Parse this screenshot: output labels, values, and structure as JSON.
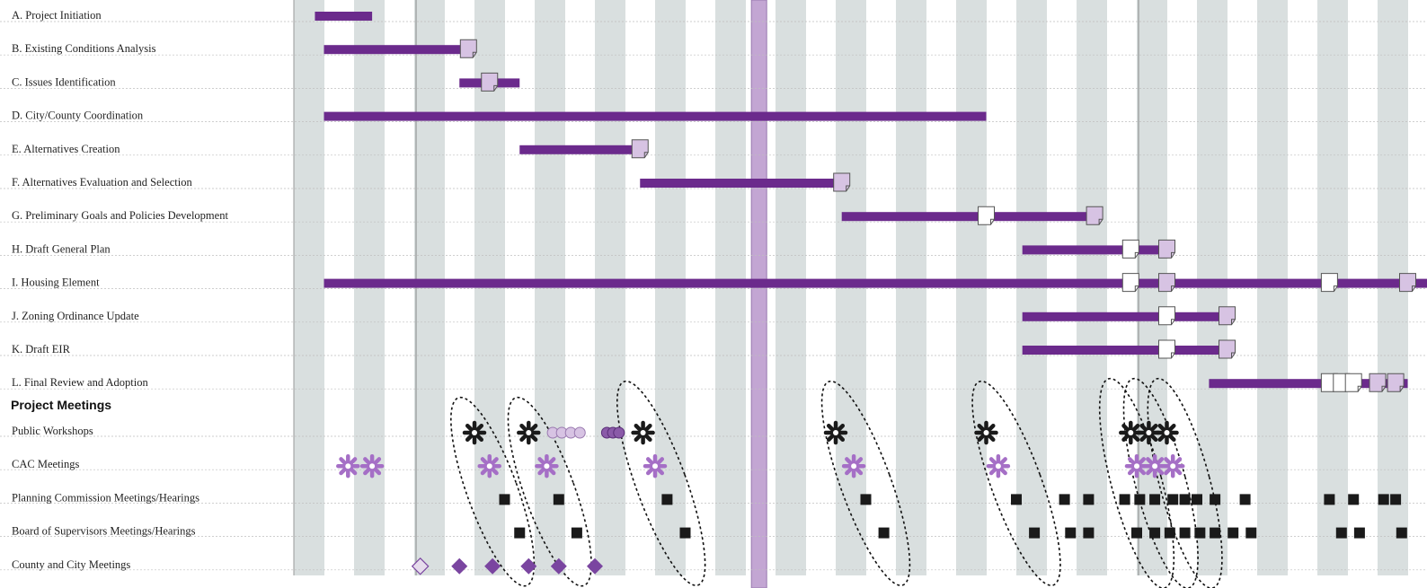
{
  "chart_data": {
    "type": "gantt",
    "title": "",
    "columns": 24,
    "colors": {
      "bar": "#6b2a8c",
      "current_marker": "#c3a6d3",
      "stripe": "#d9dfdf",
      "grid_line": "#bfbfbf",
      "black_asterisk": "#1a1a1a",
      "purple_asterisk": "#a56fc6",
      "diamond": "#7a45a0",
      "doc_purple": "#d7c3e3",
      "doc_white": "#ffffff"
    },
    "current_marker_column": 7.6,
    "tasks": [
      {
        "label": "A.   Project Initiation",
        "start": 0.35,
        "end": 1.3,
        "docs": []
      },
      {
        "label": "B.   Existing Conditions Analysis",
        "start": 0.5,
        "end": 2.9,
        "docs": [
          {
            "at": 2.9,
            "kind": "purple"
          }
        ]
      },
      {
        "label": "C.   Issues Identification",
        "start": 2.75,
        "end": 3.75,
        "docs": [
          {
            "at": 3.25,
            "kind": "purple"
          }
        ]
      },
      {
        "label": "D.   City/County Coordination",
        "start": 0.5,
        "end": 11.5,
        "docs": []
      },
      {
        "label": "E.   Alternatives Creation",
        "start": 3.75,
        "end": 5.75,
        "docs": [
          {
            "at": 5.75,
            "kind": "purple"
          }
        ]
      },
      {
        "label": "F.    Alternatives Evaluation and Selection",
        "start": 5.75,
        "end": 9.1,
        "docs": [
          {
            "at": 9.1,
            "kind": "purple"
          }
        ]
      },
      {
        "label": "G.   Preliminary Goals and Policies Development",
        "start": 9.1,
        "end": 13.3,
        "docs": [
          {
            "at": 11.5,
            "kind": "white"
          },
          {
            "at": 13.3,
            "kind": "purple"
          }
        ]
      },
      {
        "label": "H.   Draft General Plan",
        "start": 12.1,
        "end": 14.5,
        "docs": [
          {
            "at": 13.9,
            "kind": "white"
          },
          {
            "at": 14.5,
            "kind": "purple"
          }
        ]
      },
      {
        "label": "I.    Housing Element",
        "start": 0.5,
        "end": 24.0,
        "docs": [
          {
            "at": 13.9,
            "kind": "white"
          },
          {
            "at": 14.5,
            "kind": "purple"
          },
          {
            "at": 17.2,
            "kind": "white"
          },
          {
            "at": 18.5,
            "kind": "purple"
          }
        ]
      },
      {
        "label": "J.    Zoning Ordinance Update",
        "start": 12.1,
        "end": 15.5,
        "docs": [
          {
            "at": 14.5,
            "kind": "white"
          },
          {
            "at": 15.5,
            "kind": "purple"
          }
        ]
      },
      {
        "label": "K.   Draft EIR",
        "start": 12.1,
        "end": 15.5,
        "docs": [
          {
            "at": 14.5,
            "kind": "white"
          },
          {
            "at": 15.5,
            "kind": "purple"
          }
        ]
      },
      {
        "label": "L.   Final Review and Adoption",
        "start": 15.2,
        "end": 18.5,
        "docs": [
          {
            "at": 17.2,
            "kind": "white"
          },
          {
            "at": 17.4,
            "kind": "white"
          },
          {
            "at": 17.6,
            "kind": "white"
          },
          {
            "at": 18.0,
            "kind": "purple"
          },
          {
            "at": 18.3,
            "kind": "purple"
          }
        ]
      }
    ],
    "meetings_heading": "Project Meetings",
    "meetings": [
      {
        "label": "Public Workshops",
        "items": [
          {
            "at": 3.0,
            "kind": "black-asterisk"
          },
          {
            "at": 3.9,
            "kind": "black-asterisk"
          },
          {
            "at": 4.3,
            "kind": "light-oval"
          },
          {
            "at": 4.45,
            "kind": "light-oval"
          },
          {
            "at": 4.6,
            "kind": "light-oval"
          },
          {
            "at": 4.75,
            "kind": "light-oval"
          },
          {
            "at": 5.2,
            "kind": "dark-oval"
          },
          {
            "at": 5.3,
            "kind": "dark-oval"
          },
          {
            "at": 5.4,
            "kind": "dark-oval"
          },
          {
            "at": 5.8,
            "kind": "black-asterisk"
          },
          {
            "at": 9.0,
            "kind": "black-asterisk"
          },
          {
            "at": 11.5,
            "kind": "black-asterisk"
          },
          {
            "at": 13.9,
            "kind": "black-asterisk"
          },
          {
            "at": 14.2,
            "kind": "black-asterisk"
          },
          {
            "at": 14.5,
            "kind": "black-asterisk"
          }
        ]
      },
      {
        "label": "CAC Meetings",
        "items": [
          {
            "at": 0.9,
            "kind": "purple-asterisk"
          },
          {
            "at": 1.3,
            "kind": "purple-asterisk"
          },
          {
            "at": 3.25,
            "kind": "purple-asterisk"
          },
          {
            "at": 4.2,
            "kind": "purple-asterisk"
          },
          {
            "at": 6.0,
            "kind": "purple-asterisk"
          },
          {
            "at": 9.3,
            "kind": "purple-asterisk"
          },
          {
            "at": 11.7,
            "kind": "purple-asterisk"
          },
          {
            "at": 14.0,
            "kind": "purple-asterisk"
          },
          {
            "at": 14.3,
            "kind": "purple-asterisk"
          },
          {
            "at": 14.6,
            "kind": "purple-asterisk"
          }
        ]
      },
      {
        "label": "Planning Commission Meetings/Hearings",
        "items": [
          {
            "at": 3.5,
            "kind": "square"
          },
          {
            "at": 4.4,
            "kind": "square"
          },
          {
            "at": 6.2,
            "kind": "square"
          },
          {
            "at": 9.5,
            "kind": "square"
          },
          {
            "at": 12.0,
            "kind": "square"
          },
          {
            "at": 12.8,
            "kind": "square"
          },
          {
            "at": 13.2,
            "kind": "square"
          },
          {
            "at": 13.8,
            "kind": "square"
          },
          {
            "at": 14.05,
            "kind": "square"
          },
          {
            "at": 14.3,
            "kind": "square"
          },
          {
            "at": 14.6,
            "kind": "square"
          },
          {
            "at": 14.8,
            "kind": "square"
          },
          {
            "at": 15.0,
            "kind": "square"
          },
          {
            "at": 15.3,
            "kind": "square"
          },
          {
            "at": 15.8,
            "kind": "square"
          },
          {
            "at": 17.2,
            "kind": "square"
          },
          {
            "at": 17.6,
            "kind": "square"
          },
          {
            "at": 18.1,
            "kind": "square"
          },
          {
            "at": 18.3,
            "kind": "square"
          }
        ]
      },
      {
        "label": "Board of Supervisors Meetings/Hearings",
        "items": [
          {
            "at": 3.75,
            "kind": "square"
          },
          {
            "at": 4.7,
            "kind": "square"
          },
          {
            "at": 6.5,
            "kind": "square"
          },
          {
            "at": 9.8,
            "kind": "square"
          },
          {
            "at": 12.3,
            "kind": "square"
          },
          {
            "at": 12.9,
            "kind": "square"
          },
          {
            "at": 13.2,
            "kind": "square"
          },
          {
            "at": 14.0,
            "kind": "square"
          },
          {
            "at": 14.3,
            "kind": "square"
          },
          {
            "at": 14.55,
            "kind": "square"
          },
          {
            "at": 14.8,
            "kind": "square"
          },
          {
            "at": 15.05,
            "kind": "square"
          },
          {
            "at": 15.3,
            "kind": "square"
          },
          {
            "at": 15.6,
            "kind": "square"
          },
          {
            "at": 15.9,
            "kind": "square"
          },
          {
            "at": 17.4,
            "kind": "square"
          },
          {
            "at": 17.7,
            "kind": "square"
          },
          {
            "at": 18.4,
            "kind": "square"
          }
        ]
      },
      {
        "label": "County and City Meetings",
        "items": [
          {
            "at": 2.1,
            "kind": "open-diamond"
          },
          {
            "at": 2.75,
            "kind": "diamond"
          },
          {
            "at": 3.3,
            "kind": "diamond"
          },
          {
            "at": 3.9,
            "kind": "diamond"
          },
          {
            "at": 4.4,
            "kind": "diamond"
          },
          {
            "at": 5.0,
            "kind": "diamond"
          }
        ]
      }
    ],
    "groupings": [
      {
        "center": 3.3,
        "rows": [
          12,
          16
        ],
        "tilt": -20
      },
      {
        "center": 4.25,
        "rows": [
          12,
          16
        ],
        "tilt": -20
      },
      {
        "center": 6.1,
        "rows": [
          11.5,
          15.5
        ],
        "tilt": -20
      },
      {
        "center": 9.5,
        "rows": [
          11.5,
          16
        ],
        "tilt": -20
      },
      {
        "center": 12.0,
        "rows": [
          11.5,
          16
        ],
        "tilt": -20
      },
      {
        "center": 14.0,
        "rows": [
          11.5,
          16
        ],
        "tilt": -15
      },
      {
        "center": 14.4,
        "rows": [
          11.5,
          16
        ],
        "tilt": -15
      },
      {
        "center": 14.8,
        "rows": [
          11.5,
          16
        ],
        "tilt": -15
      }
    ]
  }
}
